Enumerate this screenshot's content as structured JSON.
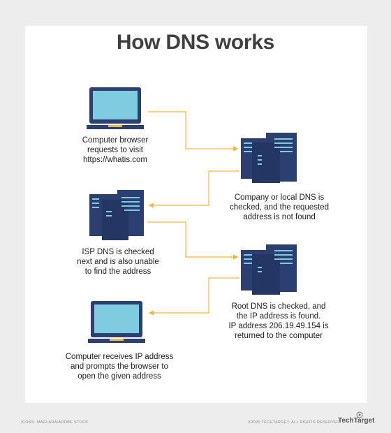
{
  "title": "How DNS works",
  "steps": [
    {
      "caption_lines": [
        "Computer browser",
        "requests to visit",
        "https://whatis.com"
      ]
    },
    {
      "caption_lines": [
        "Company or local DNS is",
        "checked, and the requested",
        "address is not found"
      ]
    },
    {
      "caption_lines": [
        "ISP DNS is checked",
        "next and is also unable",
        "to find the address"
      ]
    },
    {
      "caption_lines": [
        "Root DNS is checked, and",
        "the IP address is found.",
        "IP address 206.19.49.154 is",
        "returned to the computer"
      ]
    },
    {
      "caption_lines": [
        "Computer receives IP address",
        "and prompts the browser to",
        "open the given address"
      ]
    }
  ],
  "footer": {
    "credit": "ICONS: MAGLARA/ADOBE STOCK",
    "copyright": "©2020 TECHTARGET. ALL RIGHTS RESERVED",
    "brand": "TechTarget"
  },
  "colors": {
    "screen": "#7fcbdf",
    "laptop": "#2b3f73",
    "server": "#2b3f73",
    "connector": "#f4b63c",
    "title": "#3f3f3f"
  }
}
